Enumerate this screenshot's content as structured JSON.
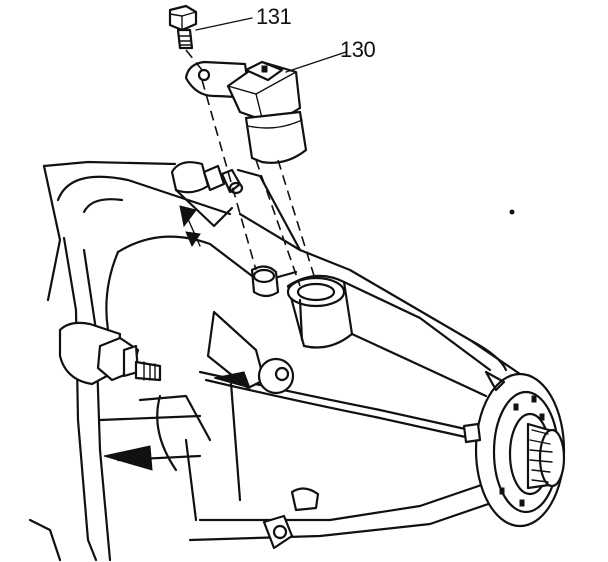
{
  "callouts": [
    {
      "id": "131",
      "label": "131"
    },
    {
      "id": "130",
      "label": "130"
    }
  ]
}
